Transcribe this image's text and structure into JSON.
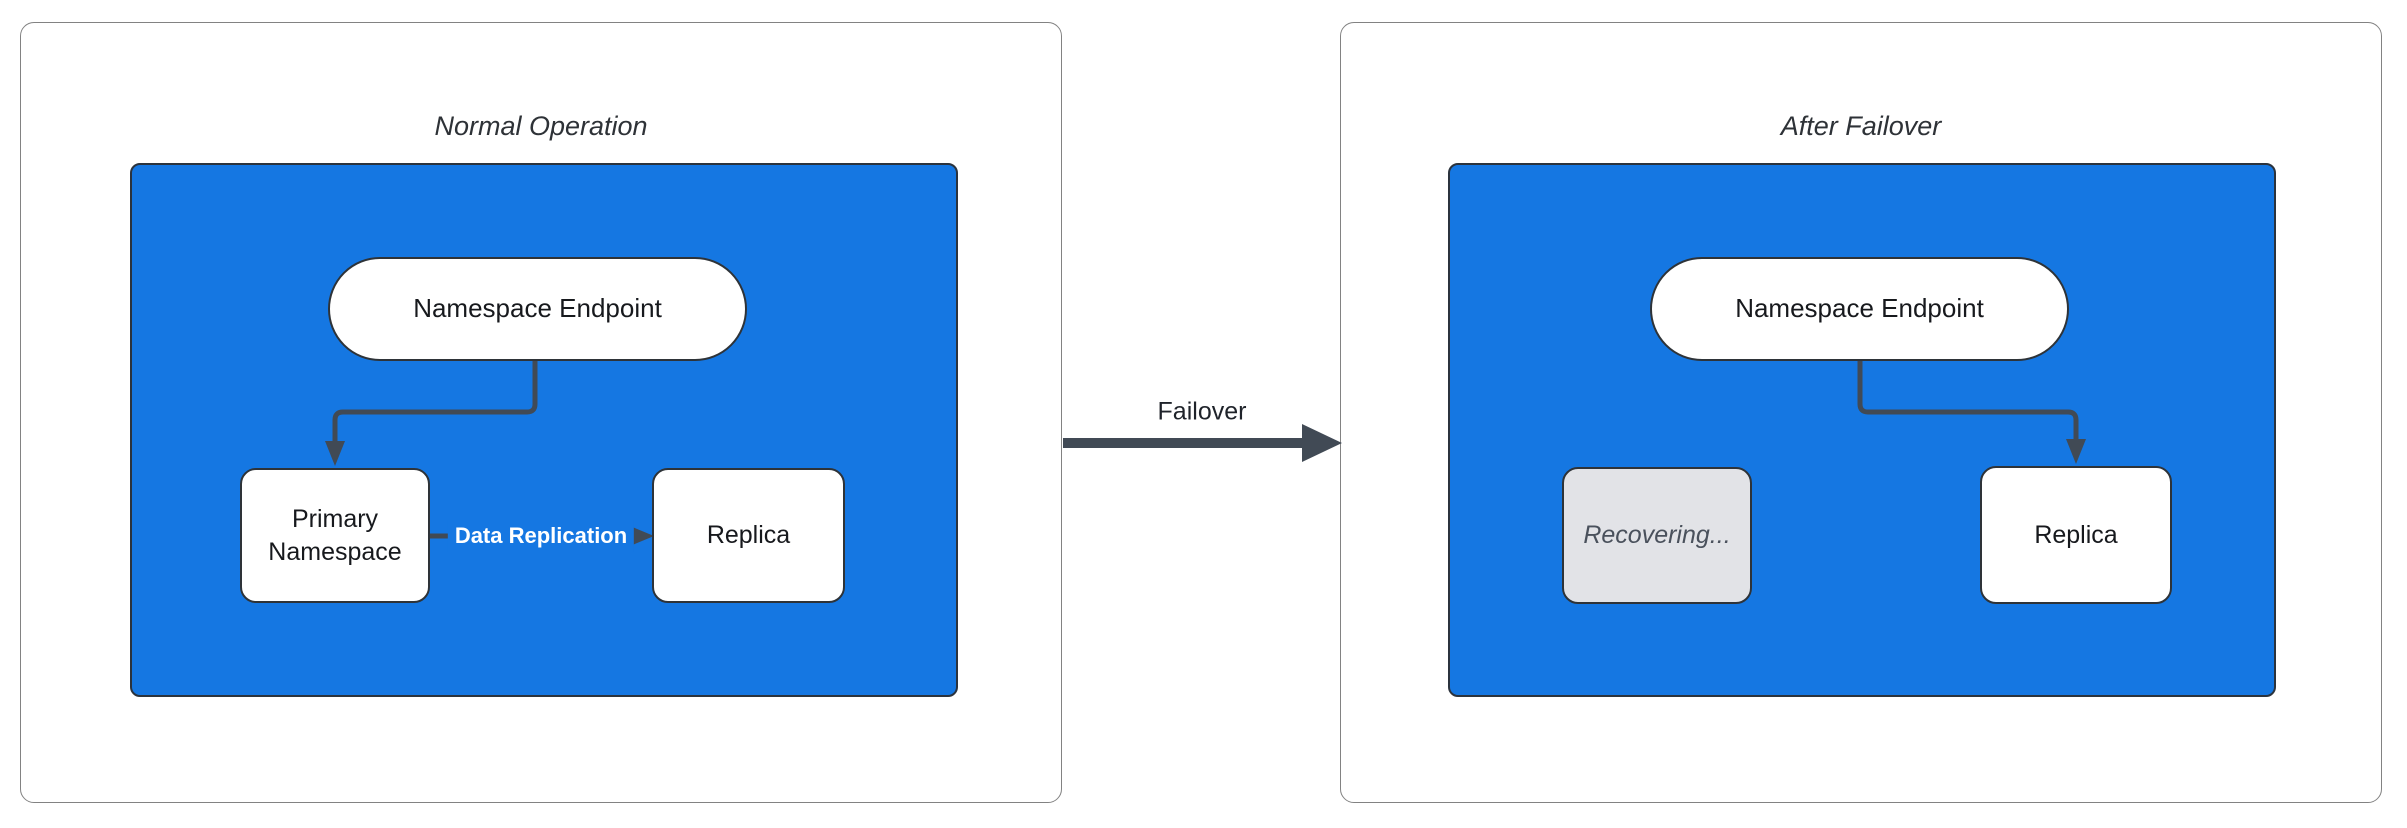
{
  "colors": {
    "container_fill": "#1577E2",
    "arrow": "#414A55",
    "node_border": "#2E3338",
    "node_fill": "#FFFFFF",
    "panel_border": "#828282",
    "disabled_fill": "#E2E3E7",
    "disabled_text": "#4A515C",
    "edge_label_text": "#FFFFFF",
    "text": "#17191D",
    "title_text": "#2E3237"
  },
  "left_panel": {
    "title": "Normal Operation",
    "endpoint_label": "Namespace Endpoint",
    "primary_label": "Primary Namespace",
    "replica_label": "Replica",
    "replication_edge_label": "Data Replication"
  },
  "transition": {
    "label": "Failover"
  },
  "right_panel": {
    "title": "After Failover",
    "endpoint_label": "Namespace Endpoint",
    "recovering_label": "Recovering...",
    "replica_label": "Replica"
  }
}
